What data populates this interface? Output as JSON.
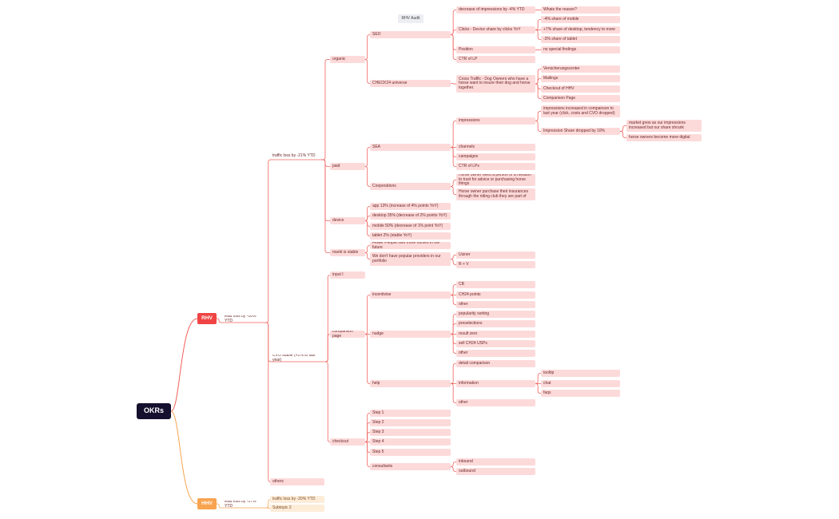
{
  "map": {
    "root": "OKRs",
    "audit_tag": "RHV Audit",
    "branches": {
      "rhv": {
        "label": "RHV",
        "lead_loss": "lead loss by -16% YTD",
        "traffic_loss": "traffic loss by -21% YTD",
        "organic": "organic",
        "seo": "SEO",
        "seo_items": {
          "impressions_decrease": "decrease of impressions by -4% YTD",
          "whats_reason": "Whats the reason?",
          "clicks_device": "Clicks - Device share by clicks YoY",
          "mobile_share": "-4% share of mobile",
          "desktop_share": "+7% share of desktop, tendency to more",
          "tablet_share": "-3% share of tablet",
          "position": "Position",
          "no_findings": "no special findings",
          "ctr_lp": "CTR of LP"
        },
        "check24": "CHECK24 universe",
        "cross_traffic": "Cross Traffic - Dog Owners who have a horse want to insure their dog and horse together.",
        "cross_items": [
          "Versicherungscenter",
          "Mailings",
          "Checkout of HHV",
          "Comparison Page"
        ],
        "paid": "paid",
        "sea": "SEA",
        "impressions": "impressions",
        "impr_increase": "impressions increased in comparison to last year (click, costs and CVO dropped)",
        "impr_share": "Impression Share dropped by 10%",
        "market_grew": "market grew as our impressions increased but our share shrunk",
        "horse_owners": "horse owners become more digital",
        "sea_items": [
          "channels",
          "campaigns",
          "CTR of LPs"
        ],
        "cooperations": "Cooperations",
        "coop_items": [
          "Horse owner need a person or a medium to trust for advice or purchasing horse things",
          "Horse owner purchase their insurances through the riding club they are part of"
        ],
        "device": "device",
        "device_items": [
          "app 13% (increase of 4% points YoY)",
          "desktop 35% (decrease of 2% points YoY)",
          "mobile 50% (decrease of 1% point YoY)",
          "tablet 2% (stable YoY)"
        ],
        "market_stable": "markt is stable",
        "fewer_people": "Fewer People own more horses in the future",
        "no_providers": "We don't have popular providers in our portfolio",
        "providers": [
          "Uizner",
          "R + V"
        ],
        "cvo_stable": "CVO stable (+1% to last year)",
        "input": "input I",
        "comparison_page": "comparison page",
        "incentivise": "incentivise",
        "incentivise_items": [
          "CB",
          "CH24 points",
          "other"
        ],
        "nudge": "nudge",
        "nudge_items": [
          "popularity sorting",
          "preselections",
          "result zero",
          "sell CH24 USPs",
          "other"
        ],
        "help": "help",
        "detail_comparison": "detail comparison",
        "information": "information",
        "information_items": [
          "tooltip",
          "chat",
          "faqs"
        ],
        "help_other": "other",
        "checkout": "checkout",
        "steps": [
          "Step 1",
          "Step 2",
          "Step 3",
          "Step 4",
          "Step 5"
        ],
        "consultants": "consultants",
        "consultant_items": [
          "inbound",
          "outbound"
        ],
        "others": "others"
      },
      "hhv": {
        "label": "HHV",
        "lead_loss": "lead loss by -17% YTD",
        "traffic_loss": "traffic loss by -20% YTD",
        "subtopic": "Subtopic 2"
      }
    }
  },
  "colors": {
    "rhv_line": "#f0605a",
    "hhv_line": "#f8a34f",
    "node_pink": "#fddada",
    "node_peach": "#fdecd8",
    "root_bg": "#15102e"
  }
}
